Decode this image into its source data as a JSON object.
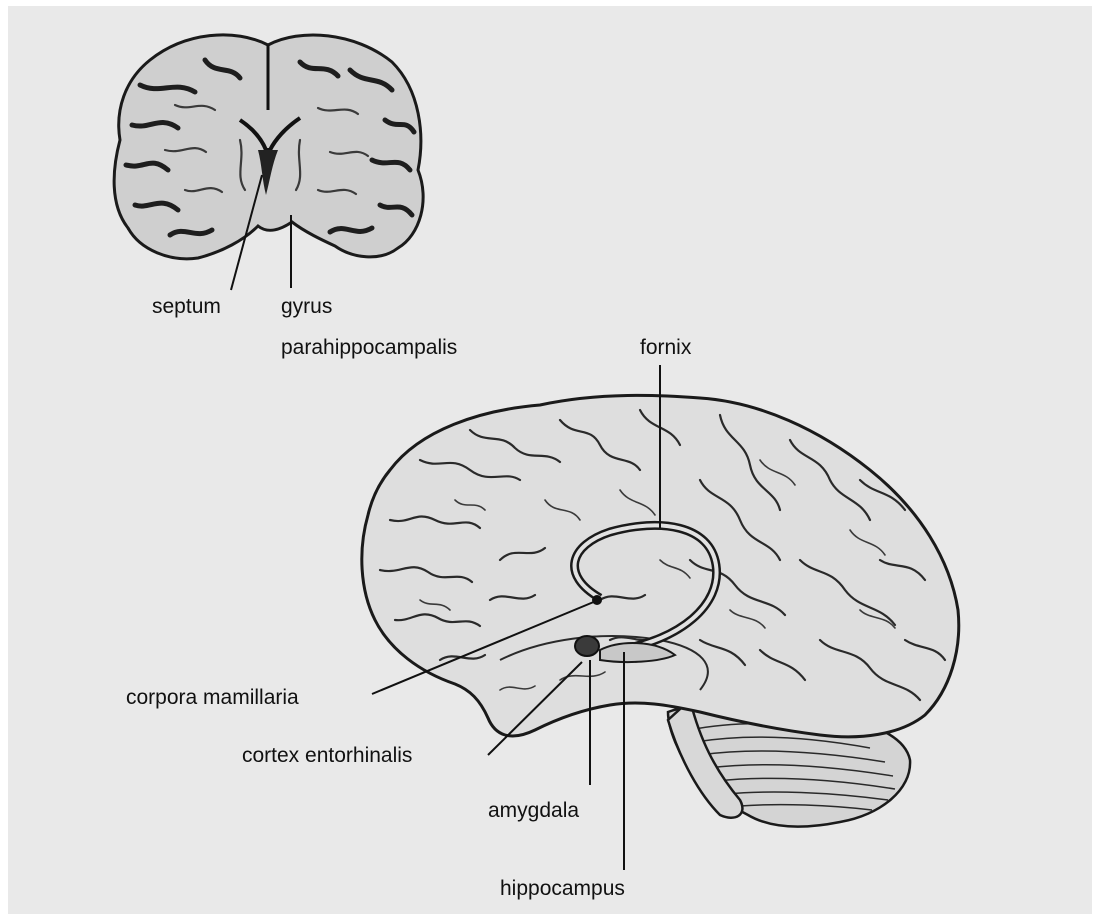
{
  "figure": {
    "labels": {
      "septum": "septum",
      "gyrus_line1": "gyrus",
      "gyrus_line2": "parahippocampalis",
      "fornix": "fornix",
      "corpora_mamillaria": "corpora mamillaria",
      "cortex_entorhinalis": "cortex entorhinalis",
      "amygdala": "amygdala",
      "hippocampus": "hippocampus"
    },
    "colors": {
      "background": "#e9e9e9",
      "ink": "#111111",
      "tissue": "#dcdcdc"
    }
  }
}
